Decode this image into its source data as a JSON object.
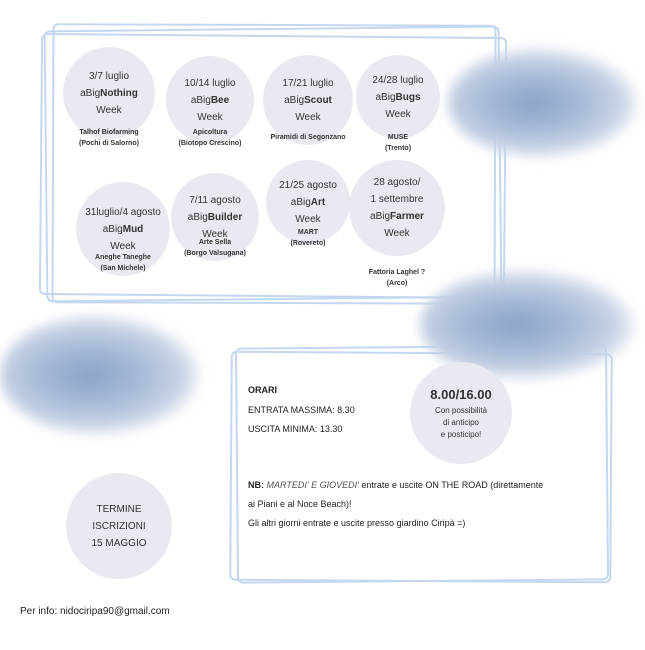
{
  "weeks": [
    {
      "dates": "3/7 luglio",
      "prefix": "aBig",
      "name": "Nothing",
      "suffix": "Week",
      "place": "Talhof Biofarming",
      "place2": "(Pochi di Salorno)"
    },
    {
      "dates": "10/14 luglio",
      "prefix": "aBig",
      "name": "Bee",
      "suffix": "Week",
      "place": "Apicoltura",
      "place2": "(Biotopo Crescino)"
    },
    {
      "dates": "17/21 luglio",
      "prefix": "aBig",
      "name": "Scout",
      "suffix": "Week",
      "place": "Piramidi di Segonzano",
      "place2": ""
    },
    {
      "dates": "24/28 luglio",
      "prefix": "aBig",
      "name": "Bugs",
      "suffix": "Week",
      "place": "MUSE",
      "place2": "(Trento)"
    },
    {
      "dates": "31luglio/4 agosto",
      "prefix": "aBig",
      "name": "Mud",
      "suffix": "Week",
      "place": "Aneghe Taneghe",
      "place2": "(San Michele)"
    },
    {
      "dates": "7/11 agosto",
      "prefix": "aBig",
      "name": "Builder",
      "suffix": "Week",
      "place": "Arte Sella",
      "place2": "(Borgo Valsugana)"
    },
    {
      "dates": "21/25 agosto",
      "prefix": "aBig",
      "name": "Art",
      "suffix": "Week",
      "place": "MART",
      "place2": "(Rovereto)"
    },
    {
      "dates": "28 agosto/\n1 settembre",
      "prefix": "aBig",
      "name": "Farmer",
      "suffix": "Week",
      "place": "Fattoria Laghel ?",
      "place2": "(Arco)"
    }
  ],
  "orari": {
    "title": "ORARI",
    "entrata": "ENTRATA MASSIMA: 8.30",
    "uscita": "USCITA MINIMA: 13.30",
    "hours": "8.00/16.00",
    "note1": "Con possibilità",
    "note2": "di anticipo",
    "note3": "e posticipo!"
  },
  "nb": {
    "label": "NB:",
    "days": "MARTEDI' E GIOVEDI'",
    "line1": " entrate e uscite ON THE ROAD (direttamente",
    "line2": "ai Piani e al Noce Beach)!",
    "line3": "Gli altri giorni entrate e uscite presso giardino Ciripà =)"
  },
  "termine": {
    "l1": "TERMINE",
    "l2": "ISCRIZIONI",
    "l3": "15 MAGGIO"
  },
  "footer": "Per info: nidociripa90@gmail.com"
}
